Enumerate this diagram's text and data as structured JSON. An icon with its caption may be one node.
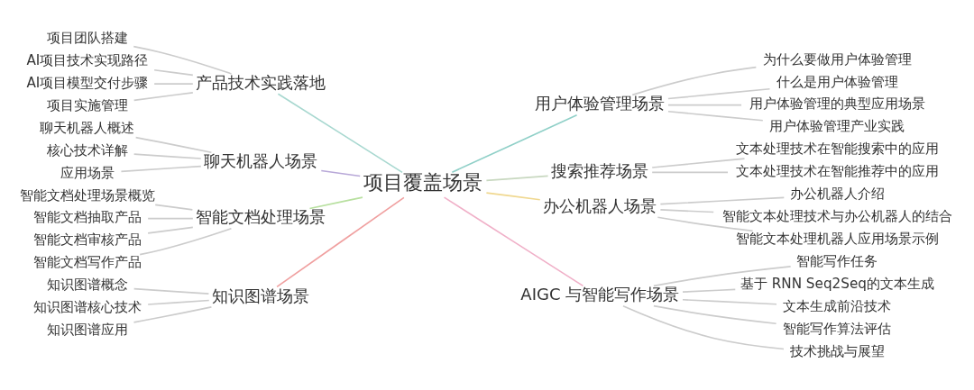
{
  "diagram": {
    "nodes": [
      {
        "text": [
          "项目覆盖场景"
        ]
      },
      {
        "text": [
          "产品技术实践落地"
        ]
      },
      {
        "text": [
          "项目团队搭建"
        ]
      },
      {
        "text": [
          "AI项目技术实现路径"
        ]
      },
      {
        "text": [
          "AI项目模型交付步骤"
        ]
      },
      {
        "text": [
          "项目实施管理"
        ]
      },
      {
        "text": [
          "聊天机器人场景"
        ]
      },
      {
        "text": [
          "聊天机器人概述"
        ]
      },
      {
        "text": [
          "核心技术详解"
        ]
      },
      {
        "text": [
          "应用场景"
        ]
      },
      {
        "text": [
          "智能文档处理场景"
        ]
      },
      {
        "text": [
          "智能文档处理场景概览"
        ]
      },
      {
        "text": [
          "智能文档抽取产品"
        ]
      },
      {
        "text": [
          "智能文档审核产品"
        ]
      },
      {
        "text": [
          "智能文档写作产品"
        ]
      },
      {
        "text": [
          "知识图谱场景"
        ]
      },
      {
        "text": [
          "知识图谱概念"
        ]
      },
      {
        "text": [
          "知识图谱核心技术"
        ]
      },
      {
        "text": [
          "知识图谱应用"
        ]
      },
      {
        "text": [
          "用户体验管理场景"
        ]
      },
      {
        "text": [
          "为什么要做用户体验管理"
        ]
      },
      {
        "text": [
          "什么是用户体验管理"
        ]
      },
      {
        "text": [
          "用户体验管理的典型应用场景"
        ]
      },
      {
        "text": [
          "用户体验管理产业实践"
        ]
      },
      {
        "text": [
          "搜索推荐场景"
        ]
      },
      {
        "text": [
          "文本处理技术在智能搜索中的应用"
        ]
      },
      {
        "text": [
          "文本处理技术在智能推荐中的应用"
        ]
      },
      {
        "text": [
          "办公机器人场景"
        ]
      },
      {
        "text": [
          "办公机器人介绍"
        ]
      },
      {
        "text": [
          "智能文本处理技术与办公机器人的结合"
        ]
      },
      {
        "text": [
          "智能文本处理机器人应用场景示例"
        ]
      },
      {
        "text": [
          "AIGC 与智能写作场景"
        ]
      },
      {
        "text": [
          "智能写作任务"
        ]
      },
      {
        "text": [
          "基于 RNN Seq2Seq的文本生成"
        ]
      },
      {
        "text": [
          "文本生成前沿技术"
        ]
      },
      {
        "text": [
          "智能写作算法评估"
        ]
      },
      {
        "text": [
          "技术挑战与展望"
        ]
      }
    ],
    "edges": [
      {
        "from": 1,
        "to": 0,
        "arrow": "none",
        "color": "#a8d8d0"
      },
      {
        "from": 2,
        "to": 1,
        "arrow": "none"
      },
      {
        "from": 3,
        "to": 1,
        "arrow": "none"
      },
      {
        "from": 4,
        "to": 1,
        "arrow": "none"
      },
      {
        "from": 5,
        "to": 1,
        "arrow": "none"
      },
      {
        "from": 6,
        "to": 0,
        "arrow": "none",
        "color": "#b8a8d8"
      },
      {
        "from": 7,
        "to": 6,
        "arrow": "none"
      },
      {
        "from": 8,
        "to": 6,
        "arrow": "none"
      },
      {
        "from": 9,
        "to": 6,
        "arrow": "none"
      },
      {
        "from": 10,
        "to": 0,
        "arrow": "none",
        "color": "#b8e0a0"
      },
      {
        "from": 11,
        "to": 10,
        "arrow": "none"
      },
      {
        "from": 12,
        "to": 10,
        "arrow": "none"
      },
      {
        "from": 13,
        "to": 10,
        "arrow": "none"
      },
      {
        "from": 14,
        "to": 10,
        "arrow": "none"
      },
      {
        "from": 15,
        "to": 0,
        "arrow": "none",
        "color": "#f0a0a0"
      },
      {
        "from": 16,
        "to": 15,
        "arrow": "none"
      },
      {
        "from": 17,
        "to": 15,
        "arrow": "none"
      },
      {
        "from": 18,
        "to": 15,
        "arrow": "none"
      },
      {
        "from": 0,
        "to": 19,
        "arrow": "none",
        "color": "#90d0c8"
      },
      {
        "from": 19,
        "to": 20,
        "arrow": "none"
      },
      {
        "from": 19,
        "to": 21,
        "arrow": "none"
      },
      {
        "from": 19,
        "to": 22,
        "arrow": "none"
      },
      {
        "from": 19,
        "to": 23,
        "arrow": "none"
      },
      {
        "from": 0,
        "to": 24,
        "arrow": "none",
        "color": "#c8d8c0"
      },
      {
        "from": 24,
        "to": 25,
        "arrow": "none"
      },
      {
        "from": 24,
        "to": 26,
        "arrow": "none"
      },
      {
        "from": 0,
        "to": 27,
        "arrow": "none",
        "color": "#f0d890"
      },
      {
        "from": 27,
        "to": 28,
        "arrow": "none"
      },
      {
        "from": 27,
        "to": 29,
        "arrow": "none"
      },
      {
        "from": 27,
        "to": 30,
        "arrow": "none"
      },
      {
        "from": 0,
        "to": 31,
        "arrow": "none",
        "color": "#f0b0c8"
      },
      {
        "from": 31,
        "to": 32,
        "arrow": "none"
      },
      {
        "from": 31,
        "to": 33,
        "arrow": "none"
      },
      {
        "from": 31,
        "to": 34,
        "arrow": "none"
      },
      {
        "from": 31,
        "to": 35,
        "arrow": "none"
      },
      {
        "from": 31,
        "to": 36,
        "arrow": "none"
      }
    ]
  }
}
